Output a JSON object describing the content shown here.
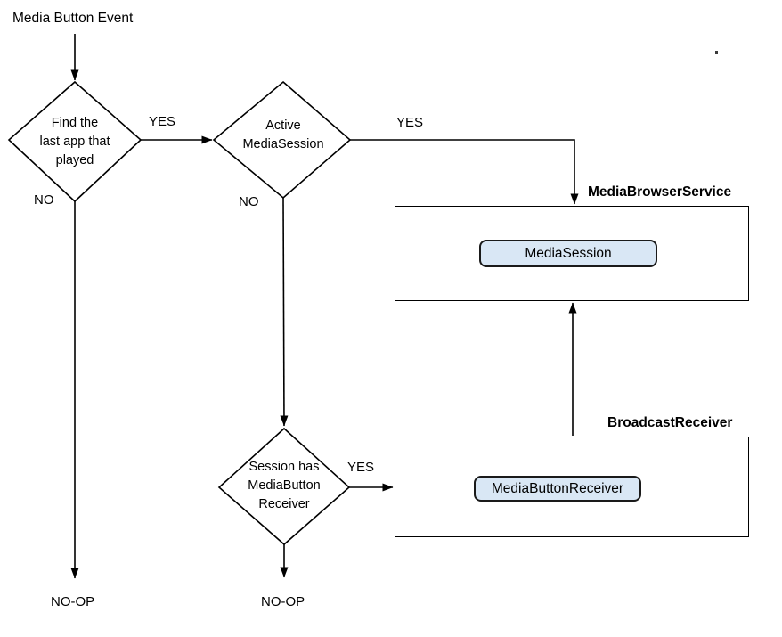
{
  "flow": {
    "start_label": "Media Button Event",
    "decision1": {
      "line1": "Find the",
      "line2": "last app that",
      "line3": "played"
    },
    "decision2": {
      "line1": "Active",
      "line2": "MediaSession"
    },
    "decision3": {
      "line1": "Session has",
      "line2": "MediaButton",
      "line3": "Receiver"
    },
    "edge_labels": {
      "d1_yes": "YES",
      "d1_no": "NO",
      "d1_noop": "NO-OP",
      "d2_yes": "YES",
      "d2_no": "NO",
      "d3_yes": "YES",
      "d3_noop": "NO-OP"
    },
    "service_box": {
      "title": "MediaBrowserService",
      "component": "MediaSession"
    },
    "receiver_box": {
      "title": "BroadcastReceiver",
      "component": "MediaButtonReceiver"
    },
    "colors": {
      "component_fill": "#d9e7f5",
      "component_border": "#1a1a1a",
      "line_color": "#000000",
      "background": "#ffffff"
    }
  }
}
